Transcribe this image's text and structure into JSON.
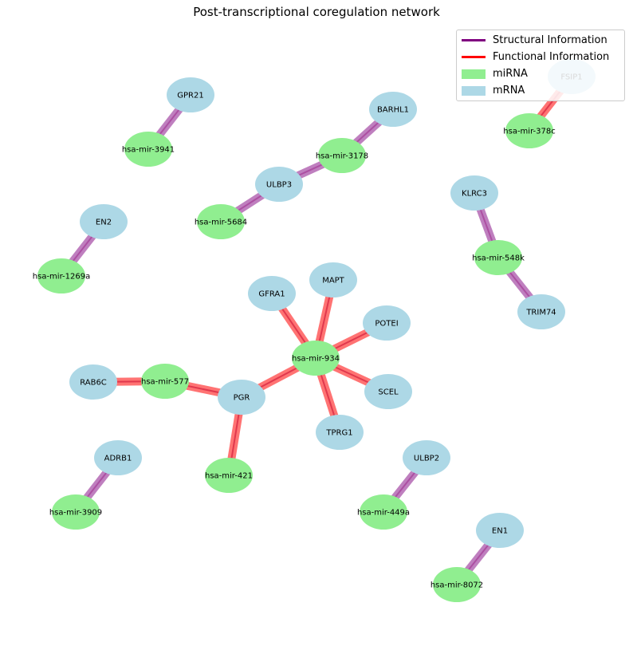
{
  "title": "Post-transcriptional coregulation network",
  "colors": {
    "structural": "#800080",
    "functional": "#ff0000",
    "mirna": "#90ee90",
    "mrna": "#add8e6"
  },
  "legend": [
    {
      "label": "Structural Information",
      "kind": "line",
      "color": "#800080"
    },
    {
      "label": "Functional Information",
      "kind": "line",
      "color": "#ff0000"
    },
    {
      "label": "miRNA",
      "kind": "box",
      "color": "#90ee90"
    },
    {
      "label": "mRNA",
      "kind": "box",
      "color": "#add8e6"
    }
  ],
  "nodes": [
    {
      "id": "GPR21",
      "type": "mrna"
    },
    {
      "id": "hsa-mir-3941",
      "type": "mirna"
    },
    {
      "id": "BARHL1",
      "type": "mrna"
    },
    {
      "id": "hsa-mir-3178",
      "type": "mirna"
    },
    {
      "id": "ULBP3",
      "type": "mrna"
    },
    {
      "id": "hsa-mir-5684",
      "type": "mirna"
    },
    {
      "id": "FSIP1",
      "type": "mrna"
    },
    {
      "id": "hsa-mir-378c",
      "type": "mirna"
    },
    {
      "id": "KLRC3",
      "type": "mrna"
    },
    {
      "id": "hsa-mir-548k",
      "type": "mirna"
    },
    {
      "id": "TRIM74",
      "type": "mrna"
    },
    {
      "id": "EN2",
      "type": "mrna"
    },
    {
      "id": "hsa-mir-1269a",
      "type": "mirna"
    },
    {
      "id": "MAPT",
      "type": "mrna"
    },
    {
      "id": "GFRA1",
      "type": "mrna"
    },
    {
      "id": "POTEI",
      "type": "mrna"
    },
    {
      "id": "hsa-mir-934",
      "type": "mirna"
    },
    {
      "id": "SCEL",
      "type": "mrna"
    },
    {
      "id": "TPRG1",
      "type": "mrna"
    },
    {
      "id": "PGR",
      "type": "mrna"
    },
    {
      "id": "RAB6C",
      "type": "mrna"
    },
    {
      "id": "hsa-mir-577",
      "type": "mirna"
    },
    {
      "id": "hsa-mir-421",
      "type": "mirna"
    },
    {
      "id": "ADRB1",
      "type": "mrna"
    },
    {
      "id": "hsa-mir-3909",
      "type": "mirna"
    },
    {
      "id": "ULBP2",
      "type": "mrna"
    },
    {
      "id": "hsa-mir-449a",
      "type": "mirna"
    },
    {
      "id": "EN1",
      "type": "mrna"
    },
    {
      "id": "hsa-mir-8072",
      "type": "mirna"
    }
  ],
  "edges": [
    {
      "source": "GPR21",
      "target": "hsa-mir-3941",
      "type": "structural"
    },
    {
      "source": "BARHL1",
      "target": "hsa-mir-3178",
      "type": "structural"
    },
    {
      "source": "hsa-mir-3178",
      "target": "ULBP3",
      "type": "structural"
    },
    {
      "source": "ULBP3",
      "target": "hsa-mir-5684",
      "type": "structural"
    },
    {
      "source": "FSIP1",
      "target": "hsa-mir-378c",
      "type": "functional"
    },
    {
      "source": "KLRC3",
      "target": "hsa-mir-548k",
      "type": "structural"
    },
    {
      "source": "hsa-mir-548k",
      "target": "TRIM74",
      "type": "structural"
    },
    {
      "source": "EN2",
      "target": "hsa-mir-1269a",
      "type": "structural"
    },
    {
      "source": "hsa-mir-934",
      "target": "MAPT",
      "type": "functional"
    },
    {
      "source": "hsa-mir-934",
      "target": "GFRA1",
      "type": "functional"
    },
    {
      "source": "hsa-mir-934",
      "target": "POTEI",
      "type": "functional"
    },
    {
      "source": "hsa-mir-934",
      "target": "SCEL",
      "type": "functional"
    },
    {
      "source": "hsa-mir-934",
      "target": "TPRG1",
      "type": "functional"
    },
    {
      "source": "hsa-mir-934",
      "target": "PGR",
      "type": "functional"
    },
    {
      "source": "PGR",
      "target": "hsa-mir-577",
      "type": "functional"
    },
    {
      "source": "hsa-mir-577",
      "target": "RAB6C",
      "type": "functional"
    },
    {
      "source": "PGR",
      "target": "hsa-mir-421",
      "type": "functional"
    },
    {
      "source": "ADRB1",
      "target": "hsa-mir-3909",
      "type": "structural"
    },
    {
      "source": "ULBP2",
      "target": "hsa-mir-449a",
      "type": "structural"
    },
    {
      "source": "EN1",
      "target": "hsa-mir-8072",
      "type": "structural"
    }
  ]
}
